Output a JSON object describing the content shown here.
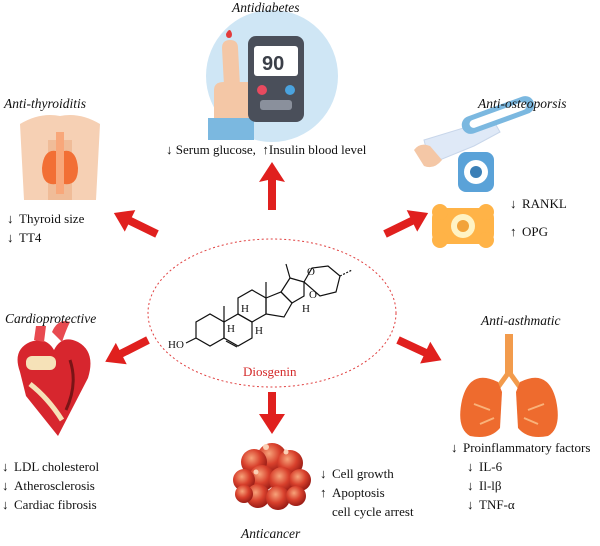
{
  "center": {
    "label": "Diosgenin"
  },
  "molecule": {
    "ho": "HO",
    "h1": "H",
    "h2": "H",
    "h3": "H",
    "h4": "H",
    "o1": "O",
    "o2": "O"
  },
  "meter": {
    "reading": "90"
  },
  "sections": {
    "antidiabetes": {
      "title": "Antidiabetes",
      "items": [
        {
          "arrow": "↓",
          "text": "Serum glucose,"
        },
        {
          "arrow": "↑",
          "text": "Insulin blood level"
        }
      ]
    },
    "antithyroiditis": {
      "title": "Anti-thyroiditis",
      "items": [
        {
          "arrow": "↓",
          "text": "Thyroid size"
        },
        {
          "arrow": "↓",
          "text": "TT4"
        }
      ]
    },
    "antiosteoporsis": {
      "title": "Anti-osteoporsis",
      "items": [
        {
          "arrow": "↓",
          "text": "RANKL"
        },
        {
          "arrow": "↑",
          "text": "OPG"
        }
      ]
    },
    "cardioprotective": {
      "title": "Cardioprotective",
      "items": [
        {
          "arrow": "↓",
          "text": "LDL cholesterol"
        },
        {
          "arrow": "↓",
          "text": "Atherosclerosis"
        },
        {
          "arrow": "↓",
          "text": "Cardiac fibrosis"
        }
      ]
    },
    "antiasthmatic": {
      "title": "Anti-asthmatic",
      "items": [
        {
          "arrow": "↓",
          "text": "Proinflammatory factors"
        },
        {
          "arrow": "↓",
          "text": "IL-6"
        },
        {
          "arrow": "↓",
          "text": "Il-lβ"
        },
        {
          "arrow": "↓",
          "text": "TNF-α"
        }
      ]
    },
    "anticancer": {
      "title": "Anticancer",
      "items": [
        {
          "arrow": "↓",
          "text": "Cell growth"
        },
        {
          "arrow": "↑",
          "text": "Apoptosis"
        },
        {
          "arrow": "",
          "text": "cell cycle arrest"
        }
      ]
    }
  },
  "colors": {
    "arrow": "#e0201e",
    "center_label": "#d42a2a",
    "ellipse": "#e04040"
  }
}
